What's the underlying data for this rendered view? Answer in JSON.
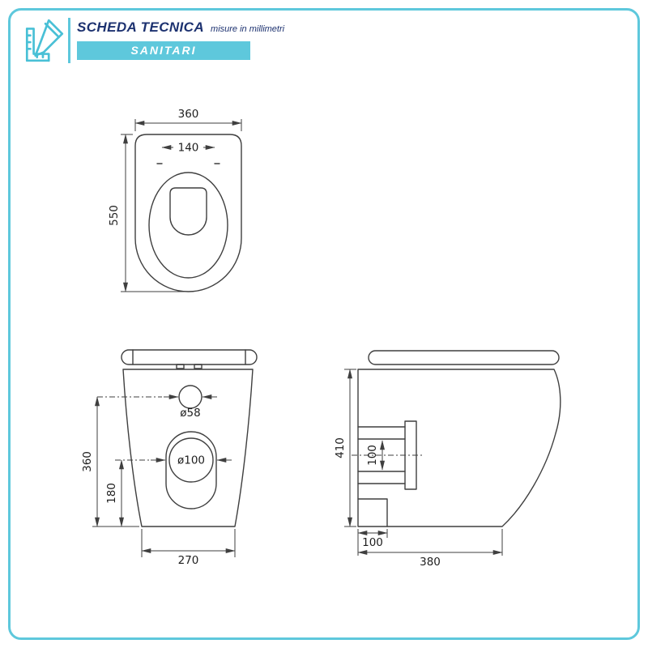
{
  "header": {
    "title": "SCHEDA TECNICA",
    "subtitle": "misure in millimetri",
    "badge": "SANITARI"
  },
  "icons": {
    "header": "ruler-pencil-icon"
  },
  "colors": {
    "accent": "#5ec8dc",
    "title_text": "#1d3270",
    "badge_text": "#ffffff",
    "line": "#3f3f3f",
    "dim_text": "#1e1e1e"
  },
  "dimensions": {
    "top_view": {
      "width": "360",
      "hinge_distance": "140",
      "depth": "550"
    },
    "front_view": {
      "inlet_diameter": "ø58",
      "outlet_diameter": "ø100",
      "inlet_height": "360",
      "outlet_height": "180",
      "base_width": "270"
    },
    "side_view": {
      "height": "410",
      "outlet_pipe": "100",
      "outlet_offset": "100",
      "depth": "380"
    }
  }
}
